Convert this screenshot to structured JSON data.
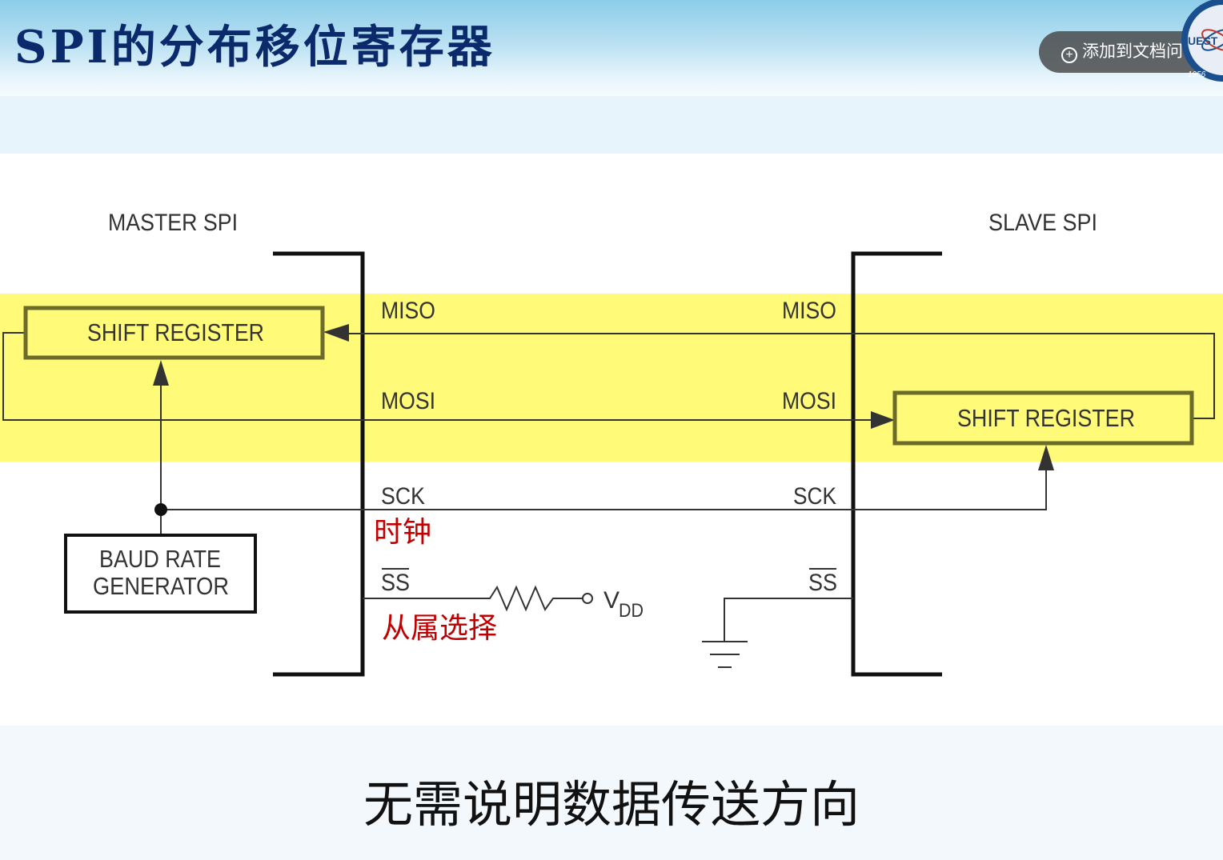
{
  "header": {
    "title": "SPI的分布移位寄存器",
    "add_button_label": "添加到文档问答",
    "logo_text": "UEST",
    "logo_year": "1956"
  },
  "diagram": {
    "master_label": "MASTER SPI",
    "slave_label": "SLAVE SPI",
    "master_shift_register": "SHIFT REGISTER",
    "slave_shift_register": "SHIFT REGISTER",
    "baud_line1": "BAUD RATE",
    "baud_line2": "GENERATOR",
    "miso_master": "MISO",
    "miso_slave": "MISO",
    "mosi_master": "MOSI",
    "mosi_slave": "MOSI",
    "sck_master": "SCK",
    "sck_slave": "SCK",
    "ss_master": "SS",
    "ss_slave": "SS",
    "vdd_main": "V",
    "vdd_sub": "DD",
    "clock_annotation": "时钟",
    "slave_select_annotation": "从属选择",
    "highlight_color": "#fffa78"
  },
  "footer": {
    "caption": "无需说明数据传送方向"
  }
}
